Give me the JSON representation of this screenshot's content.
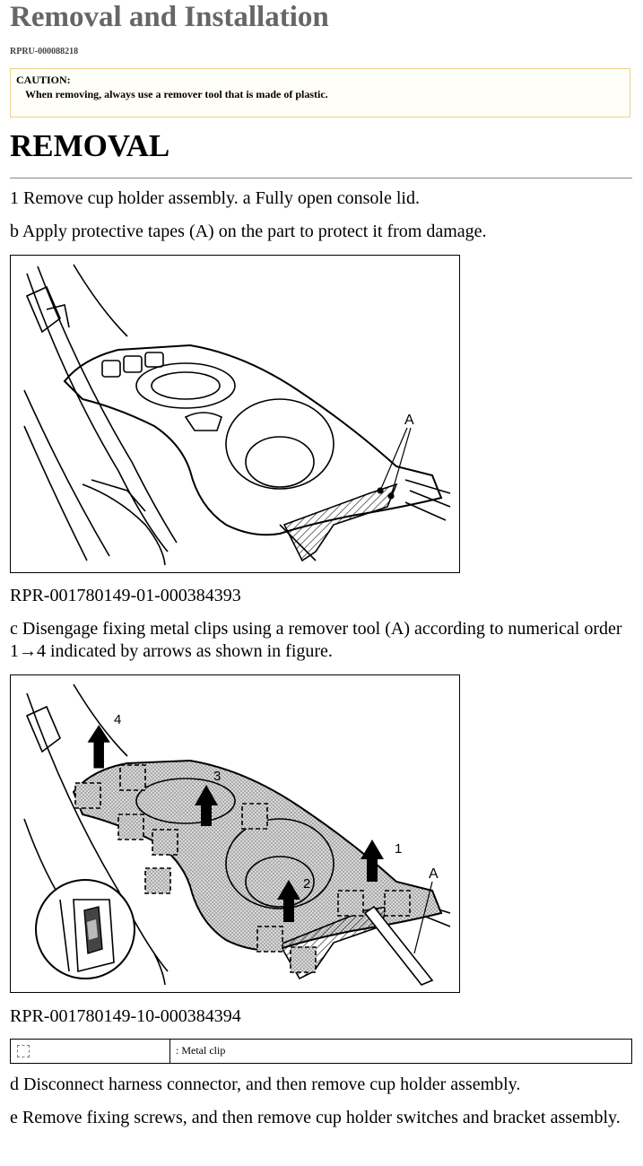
{
  "header": {
    "title": "Removal and Installation",
    "doc_id": "RPRU-000088218"
  },
  "caution": {
    "title": "CAUTION:",
    "text": "When removing, always use a remover tool that is made of plastic."
  },
  "section": {
    "heading": "REMOVAL"
  },
  "steps": {
    "step1": "1 Remove cup holder assembly. a Fully open console lid.",
    "step_b": "b Apply protective tapes (A) on the part to protect it from damage.",
    "step_c": "c Disengage fixing metal clips using a remover tool (A) according to numerical order 1→4 indicated by arrows as shown in figure.",
    "step_d": "d Disconnect harness connector, and then remove cup holder assembly.",
    "step_e": "e Remove fixing screws, and then remove cup holder switches and bracket assembly."
  },
  "figures": {
    "fig1": {
      "caption": "RPR-001780149-01-000384393",
      "label_a": "A"
    },
    "fig2": {
      "caption": "RPR-001780149-10-000384394",
      "label_a": "A",
      "order_labels": [
        "1",
        "2",
        "3",
        "4"
      ]
    }
  },
  "legend": {
    "symbol_icon": "dashed-square-icon",
    "text": ": Metal clip"
  }
}
